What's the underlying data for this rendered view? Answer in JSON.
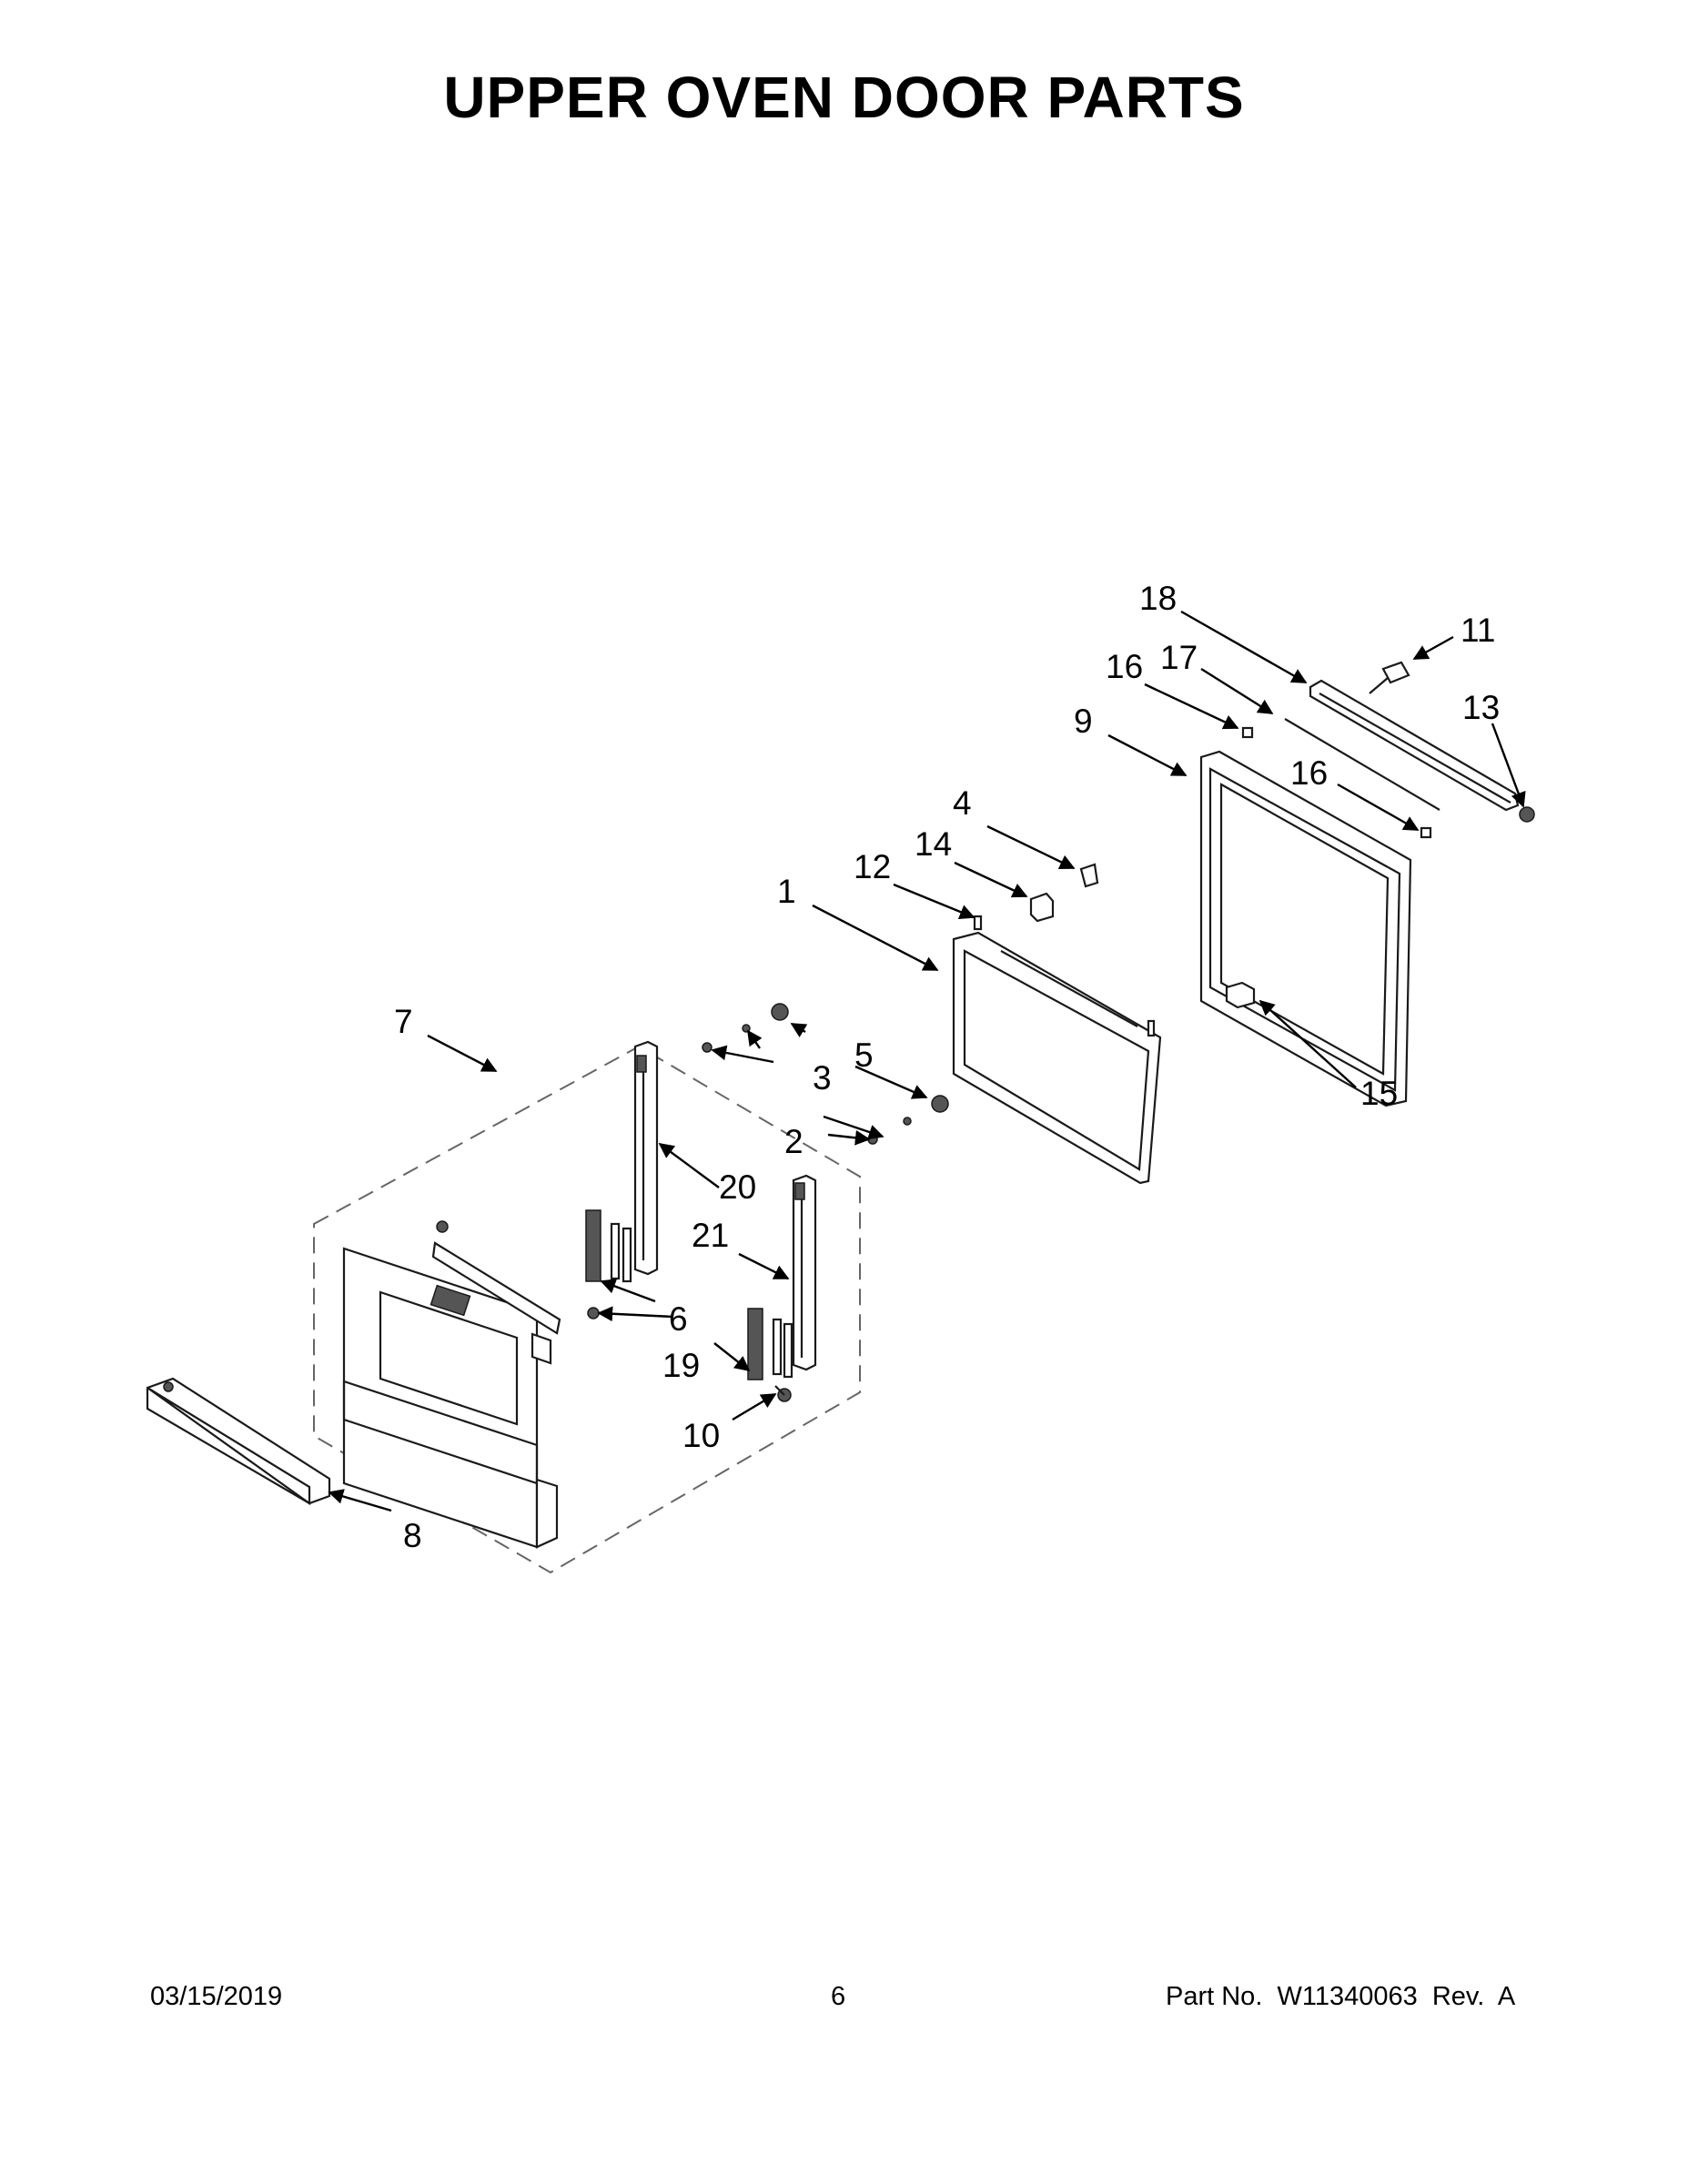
{
  "title": "UPPER OVEN DOOR PARTS",
  "footer": {
    "date": "03/15/2019",
    "page": "6",
    "part_no": "Part No.  W11340063  Rev.  A"
  },
  "callouts": {
    "c1": "1",
    "c2": "2",
    "c3": "3",
    "c4": "4",
    "c5": "5",
    "c6": "6",
    "c7": "7",
    "c8": "8",
    "c9": "9",
    "c10": "10",
    "c11": "11",
    "c12": "12",
    "c13": "13",
    "c14": "14",
    "c15": "15",
    "c16a": "16",
    "c16b": "16",
    "c17": "17",
    "c18": "18",
    "c19": "19",
    "c20": "20",
    "c21": "21"
  }
}
